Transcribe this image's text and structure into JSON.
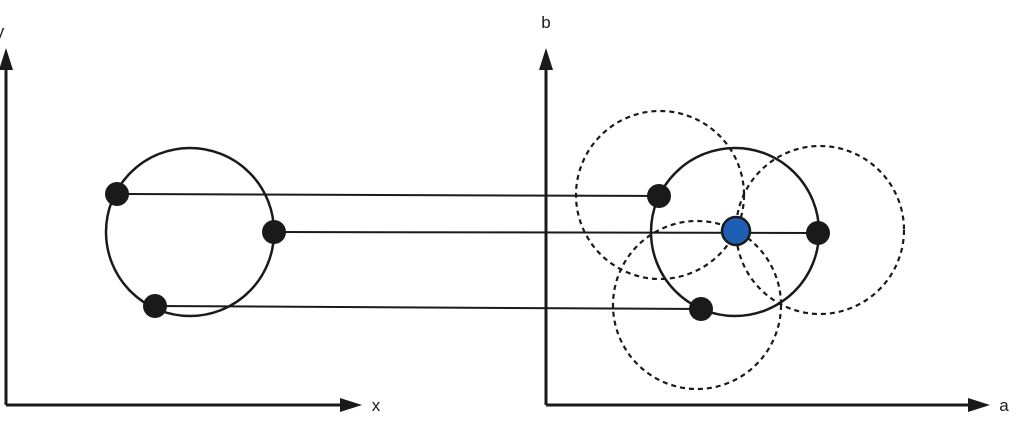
{
  "labels": {
    "left_y": "y",
    "left_x": "x",
    "right_y": "b",
    "right_x": "a"
  },
  "colors": {
    "ink": "#1a1a1a",
    "highlight": "#1f5fb3"
  }
}
